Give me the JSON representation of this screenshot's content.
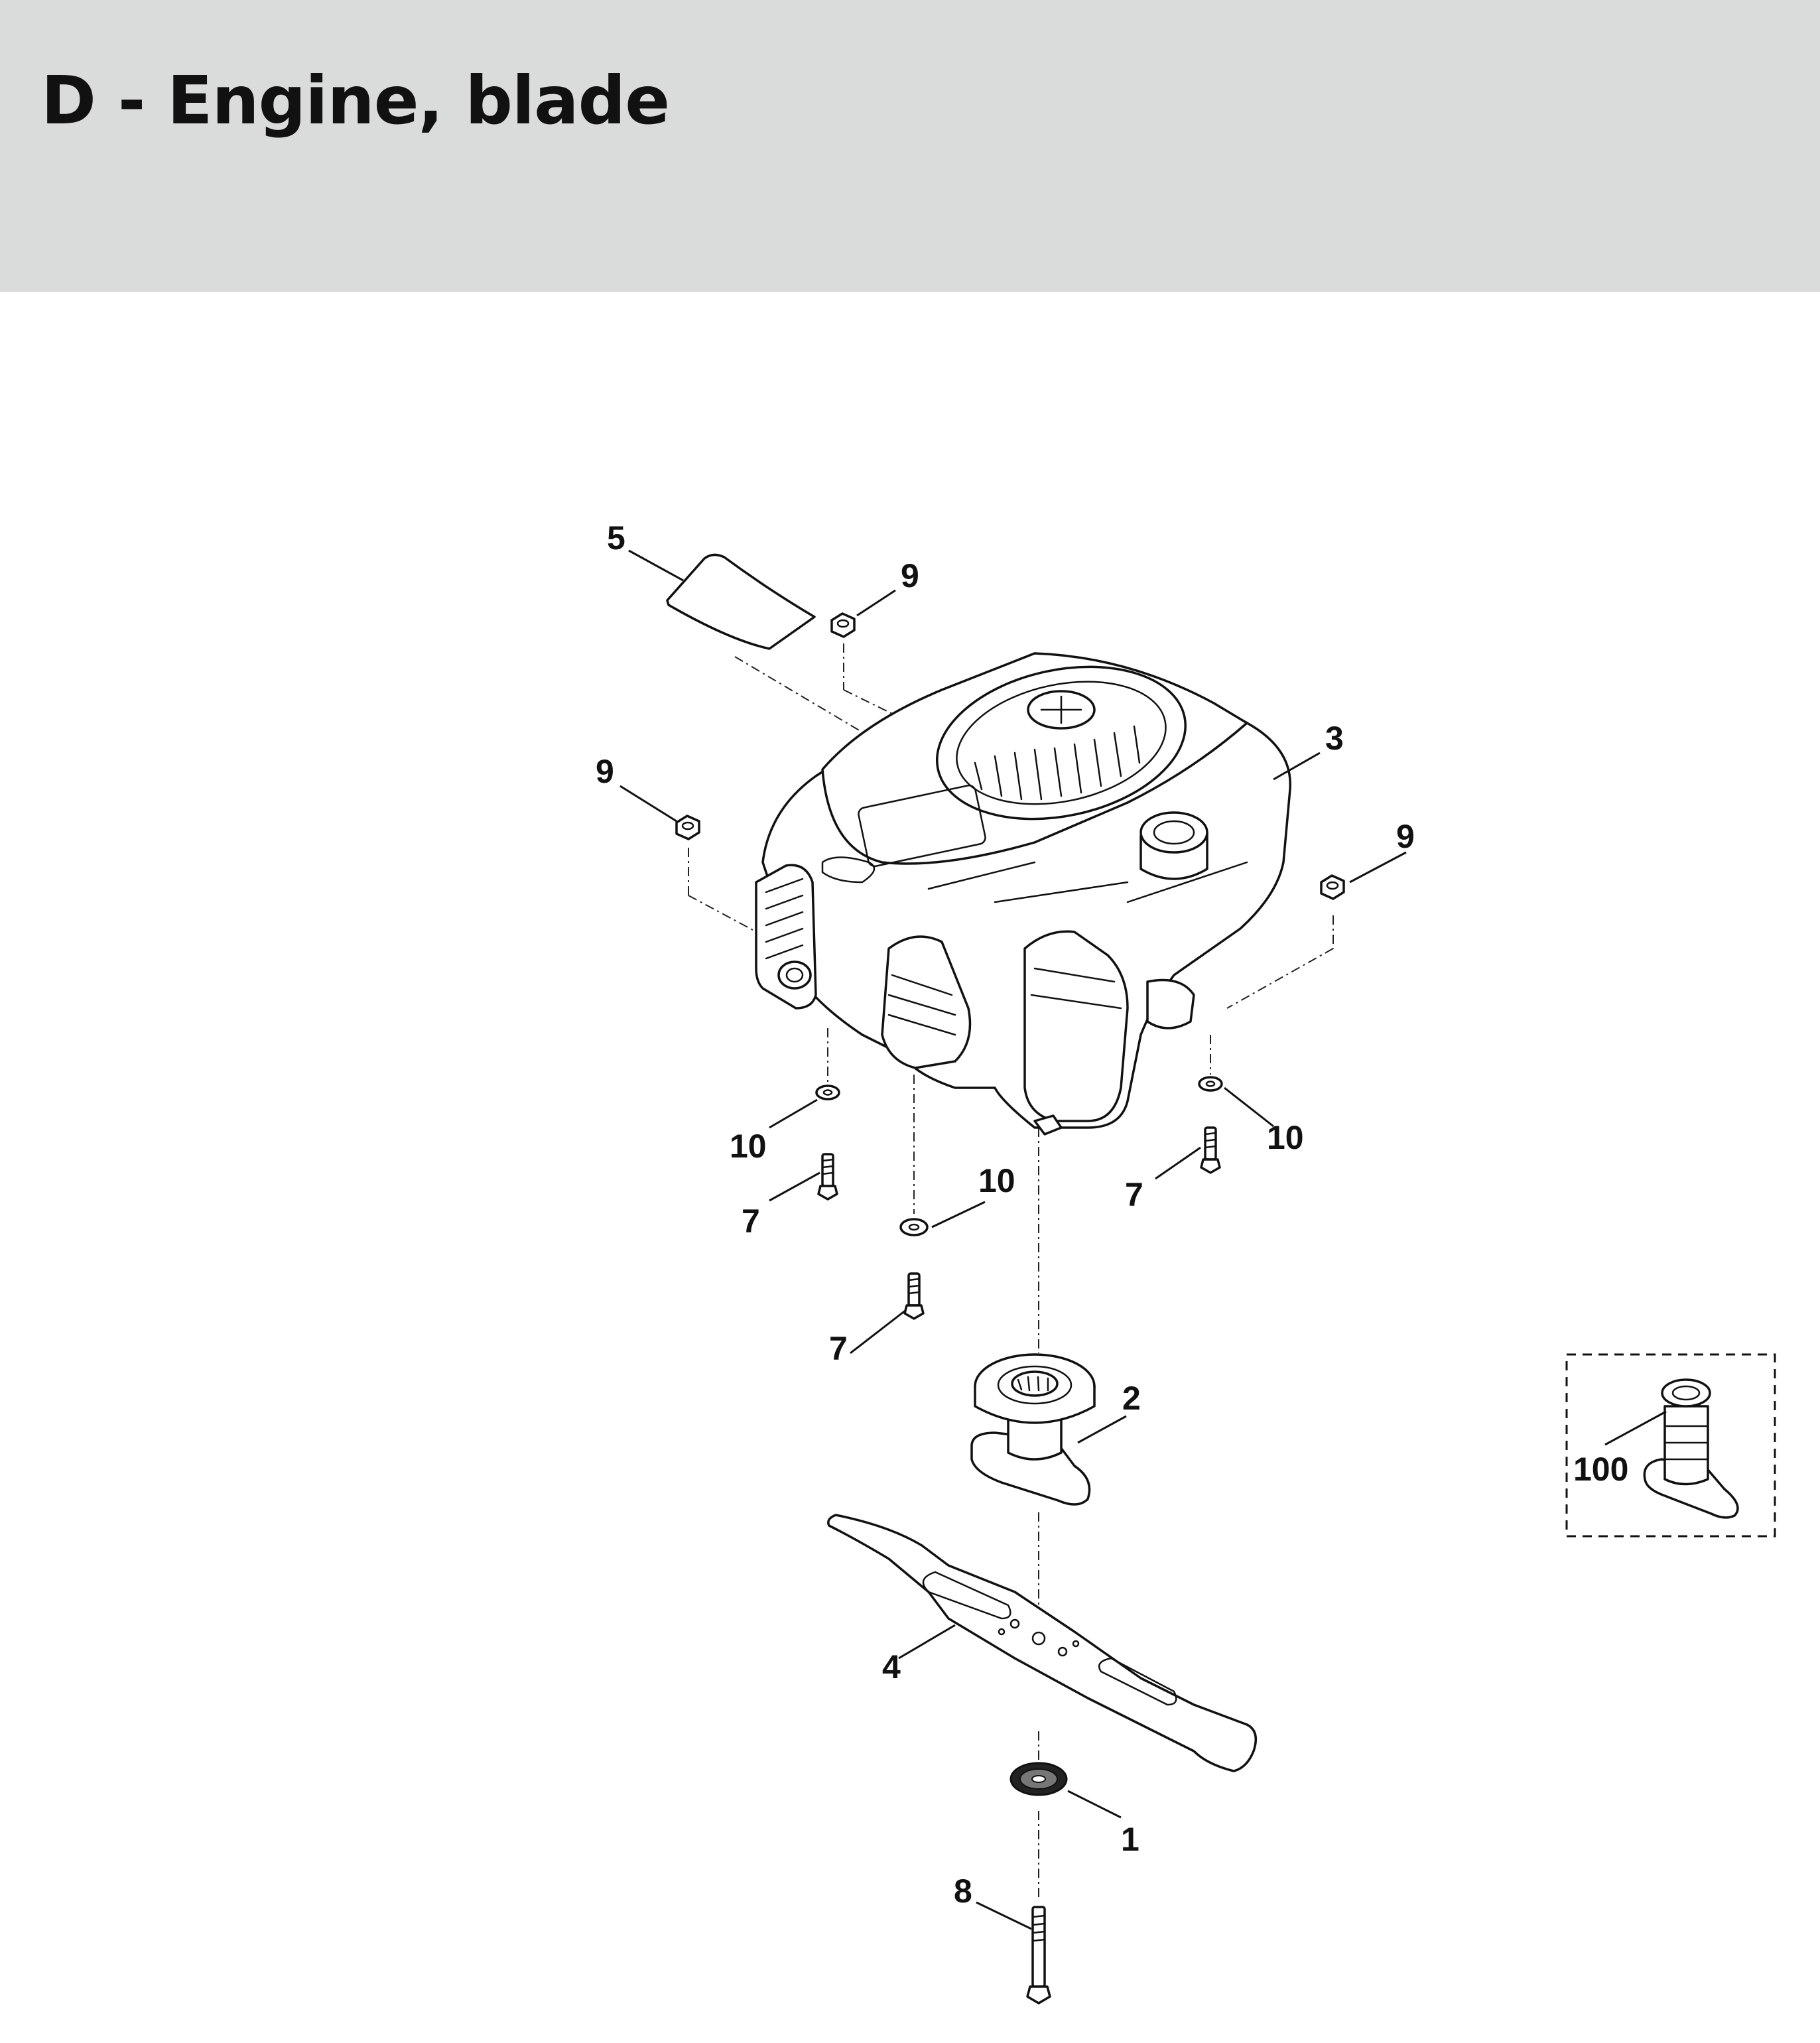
{
  "header": {
    "title": "D - Engine, blade"
  },
  "callouts": {
    "c1": "1",
    "c2": "2",
    "c3": "3",
    "c4": "4",
    "c5": "5",
    "c7a": "7",
    "c7b": "7",
    "c7c": "7",
    "c8": "8",
    "c9a": "9",
    "c9b": "9",
    "c9c": "9",
    "c10a": "10",
    "c10b": "10",
    "c10c": "10",
    "c100": "100"
  }
}
